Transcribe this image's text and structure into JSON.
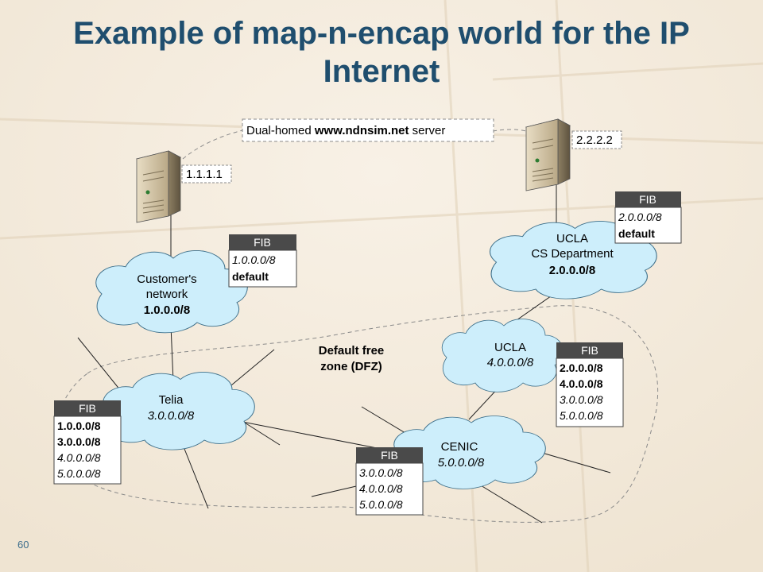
{
  "title": {
    "line1": "Example of map-n-encap world for the IP",
    "line2": "Internet"
  },
  "page_number": "60",
  "server_label": {
    "prefix": "Dual-homed ",
    "host": "www.ndnsim.net",
    "suffix": " server"
  },
  "server_left": {
    "ip": "1.1.1.1"
  },
  "server_right": {
    "ip": "2.2.2.2"
  },
  "dfz_label": {
    "line1": "Default free",
    "line2": "zone (DFZ)"
  },
  "clouds": {
    "customer": {
      "line1": "Customer's",
      "line2": "network",
      "prefix": "1.0.0.0/8"
    },
    "ucla_cs": {
      "line1": "UCLA",
      "line2": "CS Department",
      "prefix": "2.0.0.0/8"
    },
    "ucla": {
      "name": "UCLA",
      "prefix": "4.0.0.0/8"
    },
    "telia": {
      "name": "Telia",
      "prefix": "3.0.0.0/8"
    },
    "cenic": {
      "name": "CENIC",
      "prefix": "5.0.0.0/8"
    }
  },
  "fibs": {
    "customer": {
      "header": "FIB",
      "entries": [
        "1.0.0.0/8",
        "default"
      ]
    },
    "ucla_cs": {
      "header": "FIB",
      "entries": [
        "2.0.0.0/8",
        "default"
      ]
    },
    "ucla": {
      "header": "FIB",
      "entries": [
        "2.0.0.0/8",
        "4.0.0.0/8",
        "3.0.0.0/8",
        "5.0.0.0/8"
      ]
    },
    "telia": {
      "header": "FIB",
      "entries": [
        "1.0.0.0/8",
        "3.0.0.0/8",
        "4.0.0.0/8",
        "5.0.0.0/8"
      ]
    },
    "cenic": {
      "header": "FIB",
      "entries": [
        "3.0.0.0/8",
        "4.0.0.0/8",
        "5.0.0.0/8"
      ]
    }
  },
  "colors": {
    "title": "#1f4e6e",
    "cloud_fill": "#cdeefb",
    "fib_header": "#4a4a4a"
  }
}
